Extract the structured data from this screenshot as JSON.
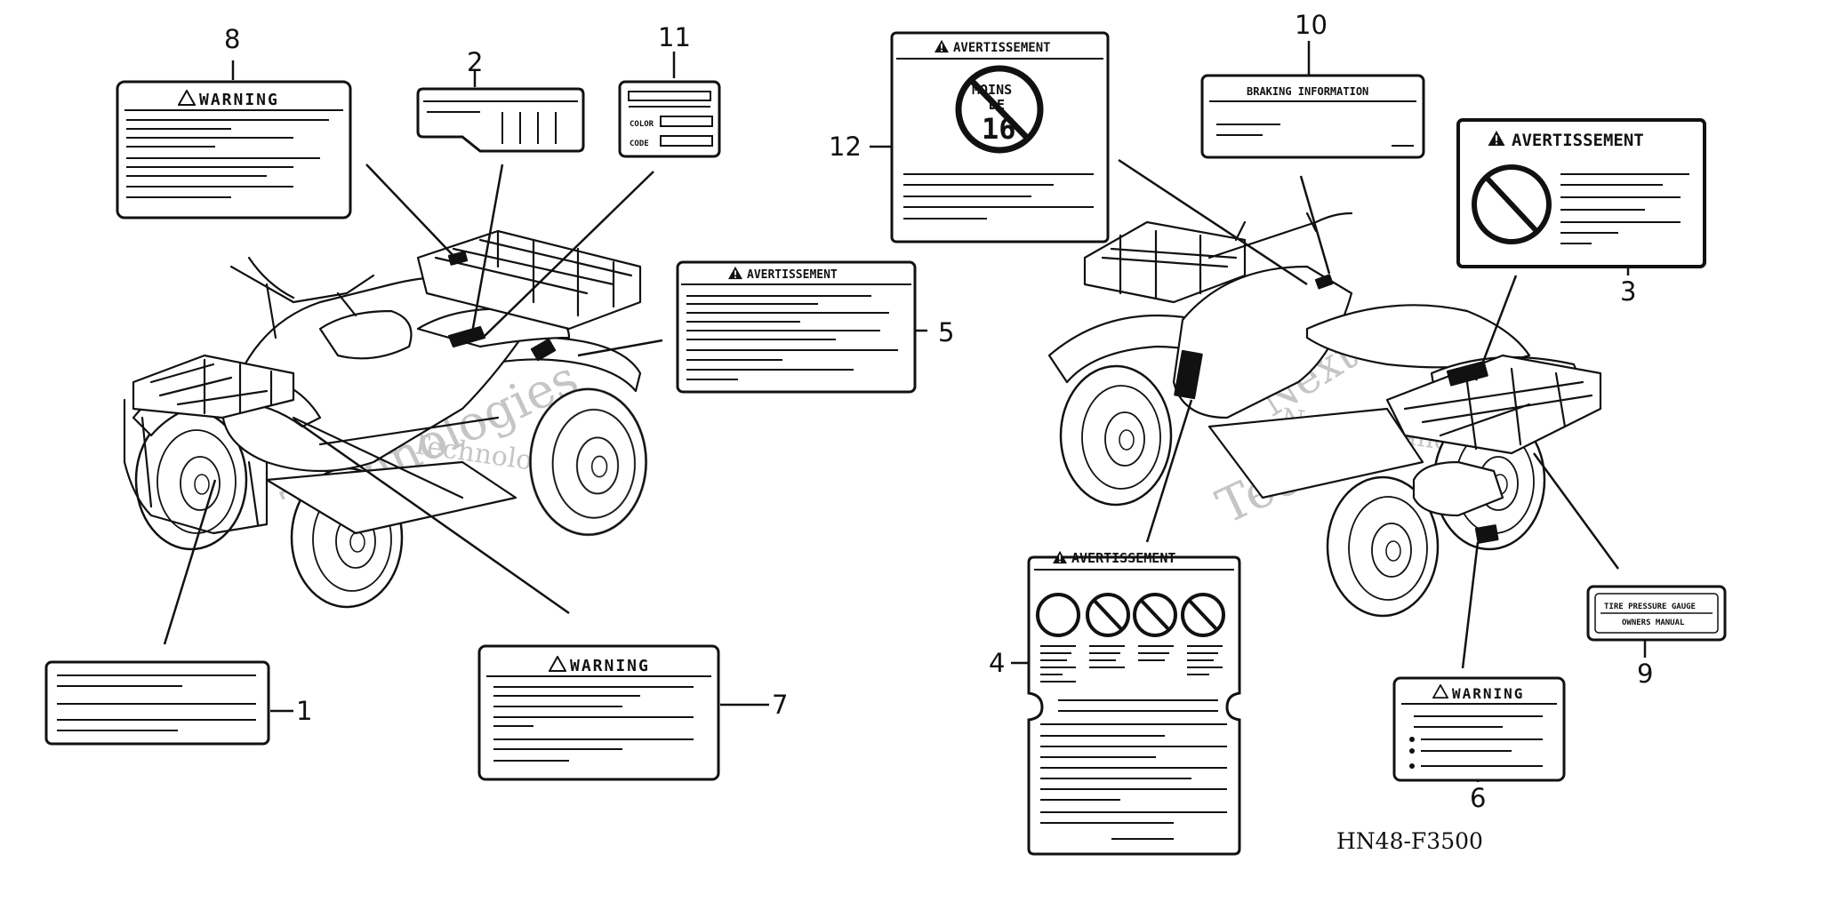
{
  "diagram": {
    "code": "HN48-F3500",
    "callouts": [
      "1",
      "2",
      "3",
      "4",
      "5",
      "6",
      "7",
      "8",
      "9",
      "10",
      "11",
      "12"
    ],
    "label_text": {
      "warning": "WARNING",
      "avertissement": "AVERTISSEMENT",
      "braking": "BRAKING INFORMATION",
      "color": "COLOR",
      "code": "CODE",
      "moins": "MOINS",
      "de": "DE",
      "age": "16",
      "tire_pressure": "TIRE PRESSURE GAUGE",
      "owners_manual": "OWNERS MANUAL"
    },
    "watermark": {
      "line1": "Next Technologies",
      "line2": "Technologies",
      "line3": "Next"
    }
  }
}
